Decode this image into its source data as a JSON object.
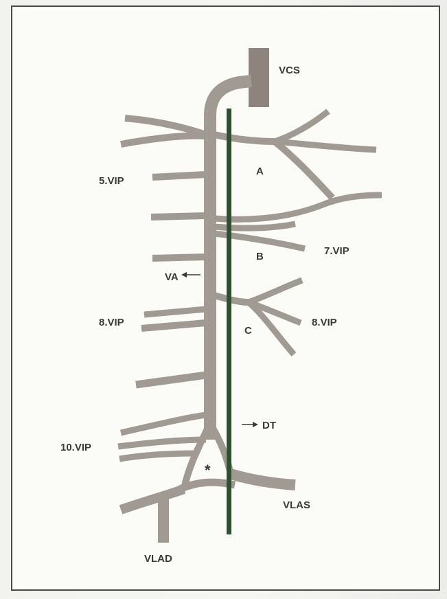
{
  "labels": {
    "vcs": "VCS",
    "vip5": "5.VIP",
    "a": "A",
    "vip7": "7.VIP",
    "b": "B",
    "va": "VA",
    "vip8_left": "8.VIP",
    "c": "C",
    "vip8_right": "8.VIP",
    "dt": "DT",
    "vip10": "10.VIP",
    "star": "*",
    "vlas": "VLAS",
    "vlad": "VLAD"
  },
  "colors": {
    "vein": "#a19a93",
    "vcs": "#8c847d",
    "duct": "#2f4f2f",
    "text": "#3a3a3a"
  }
}
